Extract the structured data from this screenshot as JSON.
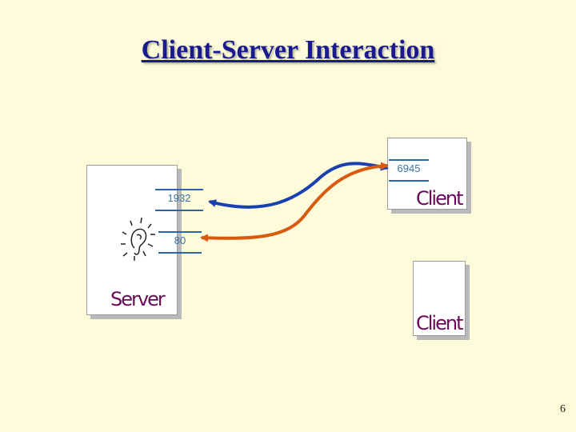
{
  "title": "Client-Server Interaction",
  "server": {
    "label": "Server",
    "ports": [
      "1932",
      "80"
    ]
  },
  "clients": [
    {
      "label": "Client",
      "port": "6945"
    },
    {
      "label": "Client"
    }
  ],
  "connections": [
    {
      "from": "6945",
      "to": "1932",
      "color": "#1a3fb0"
    },
    {
      "from": "6945",
      "to": "80",
      "color": "#d85a10"
    }
  ],
  "page_number": "6"
}
